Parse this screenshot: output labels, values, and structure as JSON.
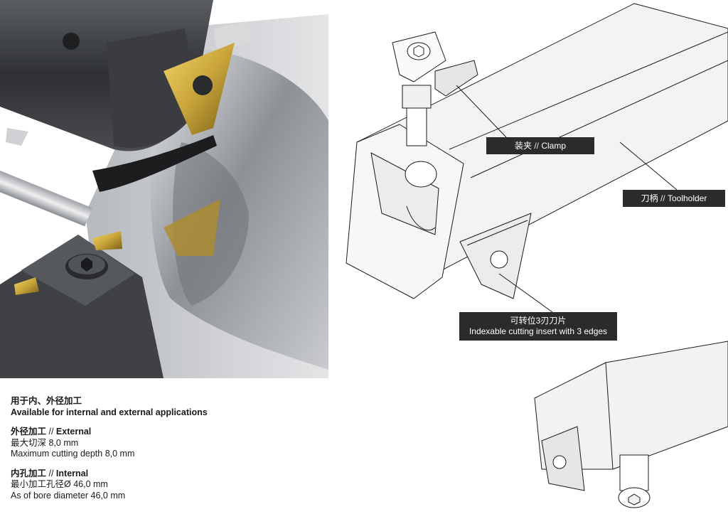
{
  "callouts": {
    "clamp": {
      "zh": "装夹",
      "sep": " // ",
      "en": "Clamp"
    },
    "toolholder": {
      "zh": "刀柄",
      "sep": " // ",
      "en": "Toolholder"
    },
    "insert": {
      "zh": "可转位3刃刀片",
      "en": "Indexable cutting insert with 3 edges"
    }
  },
  "info": {
    "intro": {
      "zh": "用于内、外径加工",
      "en": "Available for internal and external applications"
    },
    "external": {
      "title_zh": "外径加工",
      "sep": " // ",
      "title_en": "External",
      "line_zh": "最大切深 8,0 mm",
      "line_en": "Maximum cutting depth 8,0 mm"
    },
    "internal": {
      "title_zh": "内孔加工",
      "sep": " // ",
      "title_en": "Internal",
      "line_zh": "最小加工孔径Ø 46,0 mm",
      "line_en": "As of bore diameter 46,0 mm"
    }
  },
  "colors": {
    "callout_bg": "#2b2b2b",
    "insert_gold": "#c9a53a",
    "steel_dark": "#3d3f42"
  }
}
